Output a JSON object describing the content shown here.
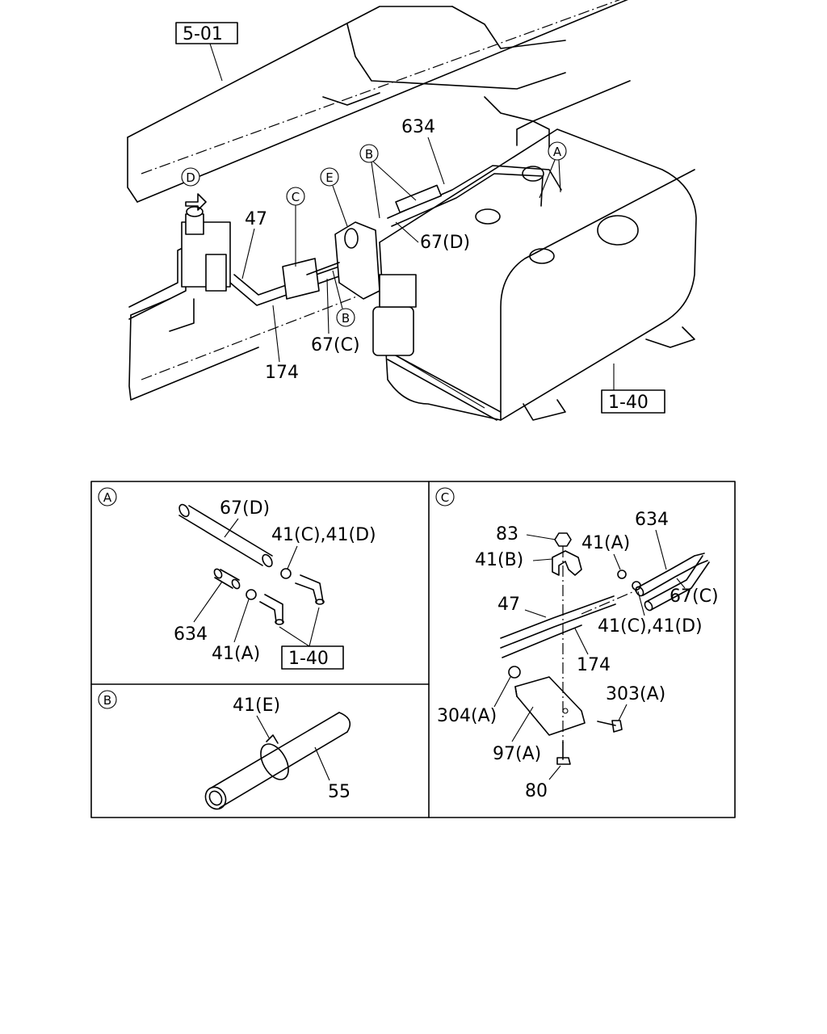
{
  "refs": {
    "ref_top": "5-01",
    "ref_tank": "1-40",
    "ref_detail_a": "1-40"
  },
  "callouts": {
    "a": "A",
    "b": "B",
    "c": "C",
    "d": "D",
    "e": "E"
  },
  "main_labels": {
    "l634": "634",
    "l47": "47",
    "l67d": "67(D)",
    "l67c": "67(C)",
    "l174": "174"
  },
  "detail_a": {
    "title": "A",
    "l67d": "67(D)",
    "l41cd": "41(C),41(D)",
    "l634": "634",
    "l41a": "41(A)"
  },
  "detail_b": {
    "title": "B",
    "l41e": "41(E)",
    "l55": "55"
  },
  "detail_c": {
    "title": "C",
    "l83": "83",
    "l41b": "41(B)",
    "l41a": "41(A)",
    "l634": "634",
    "l67c": "67(C)",
    "l47": "47",
    "l41cd": "41(C),41(D)",
    "l174": "174",
    "l304a": "304(A)",
    "l303a": "303(A)",
    "l97a": "97(A)",
    "l80": "80"
  }
}
